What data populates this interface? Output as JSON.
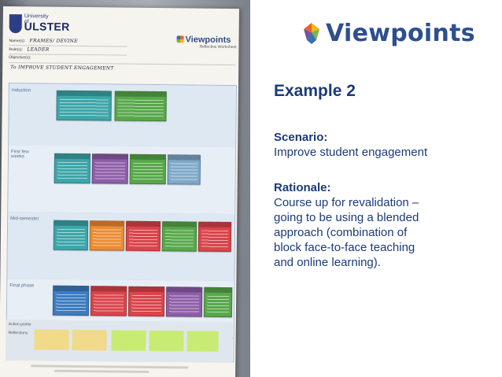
{
  "brand": {
    "name": "Viewpoints",
    "logo_icon": "viewpoints-logo-icon",
    "colors": {
      "text": "#2d4f8f",
      "orange": "#e8642c",
      "yellow": "#f3b518",
      "green": "#7ab648",
      "blue": "#3b6db3",
      "purple": "#7b4fa0"
    }
  },
  "slide": {
    "title": "Example 2",
    "scenario_label": "Scenario:",
    "scenario_text": "Improve student engagement",
    "rationale_label": "Rationale:",
    "rationale_lines": [
      "Course up for revalidation –",
      "going to be using a blended",
      "approach (combination of",
      "block face-to-face teaching",
      "and online learning)."
    ],
    "text_color": "#1b3a78"
  },
  "worksheet_photo": {
    "university_small": "University of",
    "university_big": "ULSTER",
    "sheet_brand": "Viewpoints",
    "sheet_subtitle": "Reflective Worksheet",
    "header_fields": [
      "Name(s):",
      "Role(s):",
      "Objective(s):"
    ],
    "handwritten_name": "FRAMES/ DEVINE",
    "handwritten_role": "LEADER",
    "handwritten_objective": "To IMPROVE STUDENT ENGAGEMENT",
    "phases": [
      "Induction",
      "First few weeks",
      "Mid-semester",
      "Final phase"
    ],
    "footer_labels": [
      "Action points",
      "Reflections"
    ]
  }
}
